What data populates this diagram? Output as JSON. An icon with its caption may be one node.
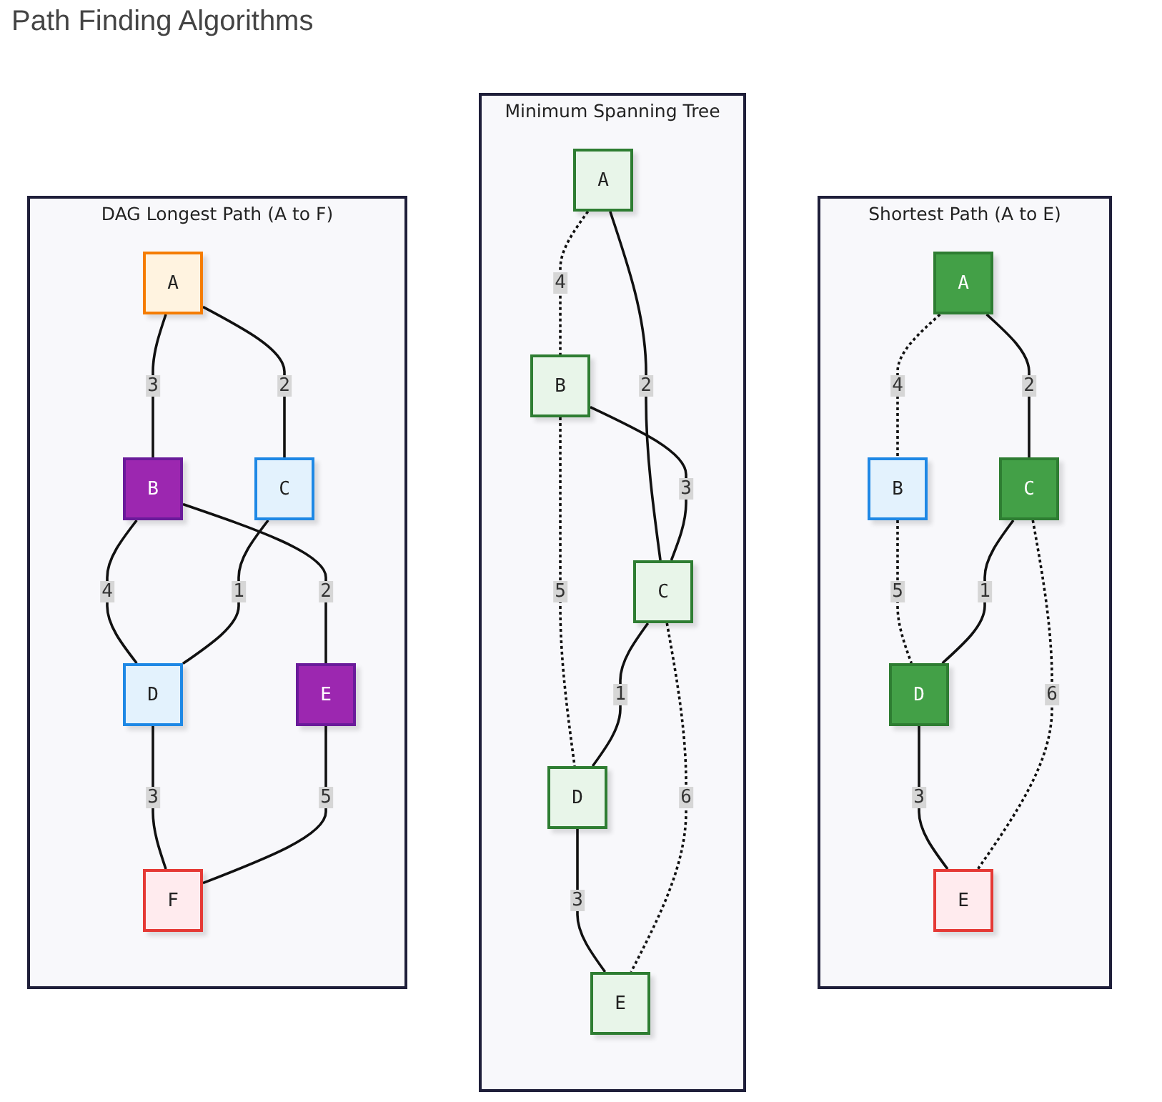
{
  "diagram": {
    "title": "Path Finding Algorithms",
    "nodes": [
      {
        "text": [
          "DAG Longest Path (A to F)"
        ]
      },
      {
        "text": [
          "A"
        ],
        "in": 0
      },
      {
        "text": [
          "B"
        ],
        "in": 0
      },
      {
        "text": [
          "C"
        ],
        "in": 0
      },
      {
        "text": [
          "D"
        ],
        "in": 0
      },
      {
        "text": [
          "E"
        ],
        "in": 0
      },
      {
        "text": [
          "F"
        ],
        "in": 0
      },
      {
        "text": [
          "Minimum Spanning Tree"
        ]
      },
      {
        "text": [
          "A"
        ],
        "in": 7
      },
      {
        "text": [
          "B"
        ],
        "in": 7
      },
      {
        "text": [
          "C"
        ],
        "in": 7
      },
      {
        "text": [
          "D"
        ],
        "in": 7
      },
      {
        "text": [
          "E"
        ],
        "in": 7
      },
      {
        "text": [
          "Shortest Path (A to E)"
        ]
      },
      {
        "text": [
          "A"
        ],
        "in": 13
      },
      {
        "text": [
          "B"
        ],
        "in": 13
      },
      {
        "text": [
          "C"
        ],
        "in": 13
      },
      {
        "text": [
          "D"
        ],
        "in": 13
      },
      {
        "text": [
          "E"
        ],
        "in": 13
      }
    ],
    "edges": [
      {
        "from": 1,
        "to": 2,
        "arrow": "none",
        "label": "3"
      },
      {
        "from": 1,
        "to": 3,
        "arrow": "none",
        "label": "2"
      },
      {
        "from": 2,
        "to": 4,
        "arrow": "none",
        "label": "4"
      },
      {
        "from": 2,
        "to": 5,
        "arrow": "none",
        "label": "2"
      },
      {
        "from": 3,
        "to": 4,
        "arrow": "none",
        "label": "1"
      },
      {
        "from": 4,
        "to": 6,
        "arrow": "none",
        "label": "3"
      },
      {
        "from": 5,
        "to": 6,
        "arrow": "none",
        "label": "5"
      },
      {
        "from": 8,
        "to": 9,
        "arrow": "none",
        "label": "4",
        "style": "dashed"
      },
      {
        "from": 8,
        "to": 10,
        "arrow": "none",
        "label": "2"
      },
      {
        "from": 9,
        "to": 10,
        "arrow": "none",
        "label": "3"
      },
      {
        "from": 9,
        "to": 11,
        "arrow": "none",
        "label": "5",
        "style": "dashed"
      },
      {
        "from": 10,
        "to": 11,
        "arrow": "none",
        "label": "1"
      },
      {
        "from": 10,
        "to": 12,
        "arrow": "none",
        "label": "6",
        "style": "dashed"
      },
      {
        "from": 11,
        "to": 12,
        "arrow": "none",
        "label": "3"
      },
      {
        "from": 14,
        "to": 15,
        "arrow": "none",
        "label": "4",
        "style": "dashed"
      },
      {
        "from": 14,
        "to": 16,
        "arrow": "none",
        "label": "2"
      },
      {
        "from": 15,
        "to": 17,
        "arrow": "none",
        "label": "5",
        "style": "dashed"
      },
      {
        "from": 16,
        "to": 17,
        "arrow": "none",
        "label": "1"
      },
      {
        "from": 16,
        "to": 18,
        "arrow": "none",
        "label": "6",
        "style": "dashed"
      },
      {
        "from": 17,
        "to": 18,
        "arrow": "none",
        "label": "3"
      }
    ]
  }
}
